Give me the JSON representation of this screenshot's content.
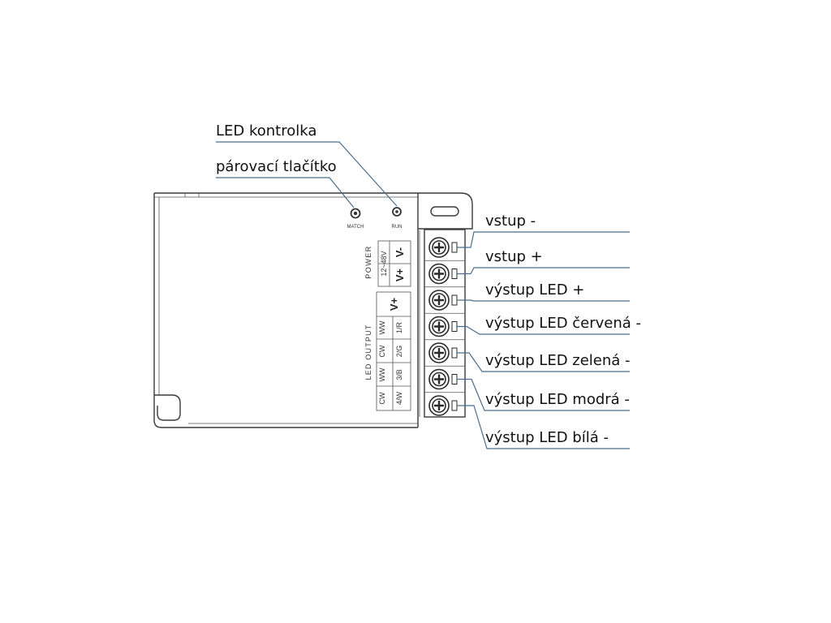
{
  "labels": {
    "led_indicator": "LED kontrolka",
    "pair_button": "párovací tlačítko"
  },
  "panel": {
    "match": "MATCH",
    "run": "RUN",
    "power_title": "POWER",
    "power_voltage": "12~48V",
    "v_plus": "V+",
    "v_minus": "V-",
    "led_output_title": "LED OUTPUT",
    "out_v_plus": "V+",
    "grid": [
      [
        "WW",
        "1/R"
      ],
      [
        "CW",
        "2/G"
      ],
      [
        "WW",
        "3/B"
      ],
      [
        "CW",
        "4/W"
      ]
    ]
  },
  "terminals": [
    {
      "label": "vstup -"
    },
    {
      "label": "vstup +"
    },
    {
      "label": "výstup LED +"
    },
    {
      "label": "výstup LED červená -"
    },
    {
      "label": "výstup LED zelená -"
    },
    {
      "label": "výstup LED modrá -"
    },
    {
      "label": "výstup LED bílá -"
    }
  ],
  "colors": {
    "line": "#3a3a3a",
    "leader": "#4a6e8c"
  }
}
